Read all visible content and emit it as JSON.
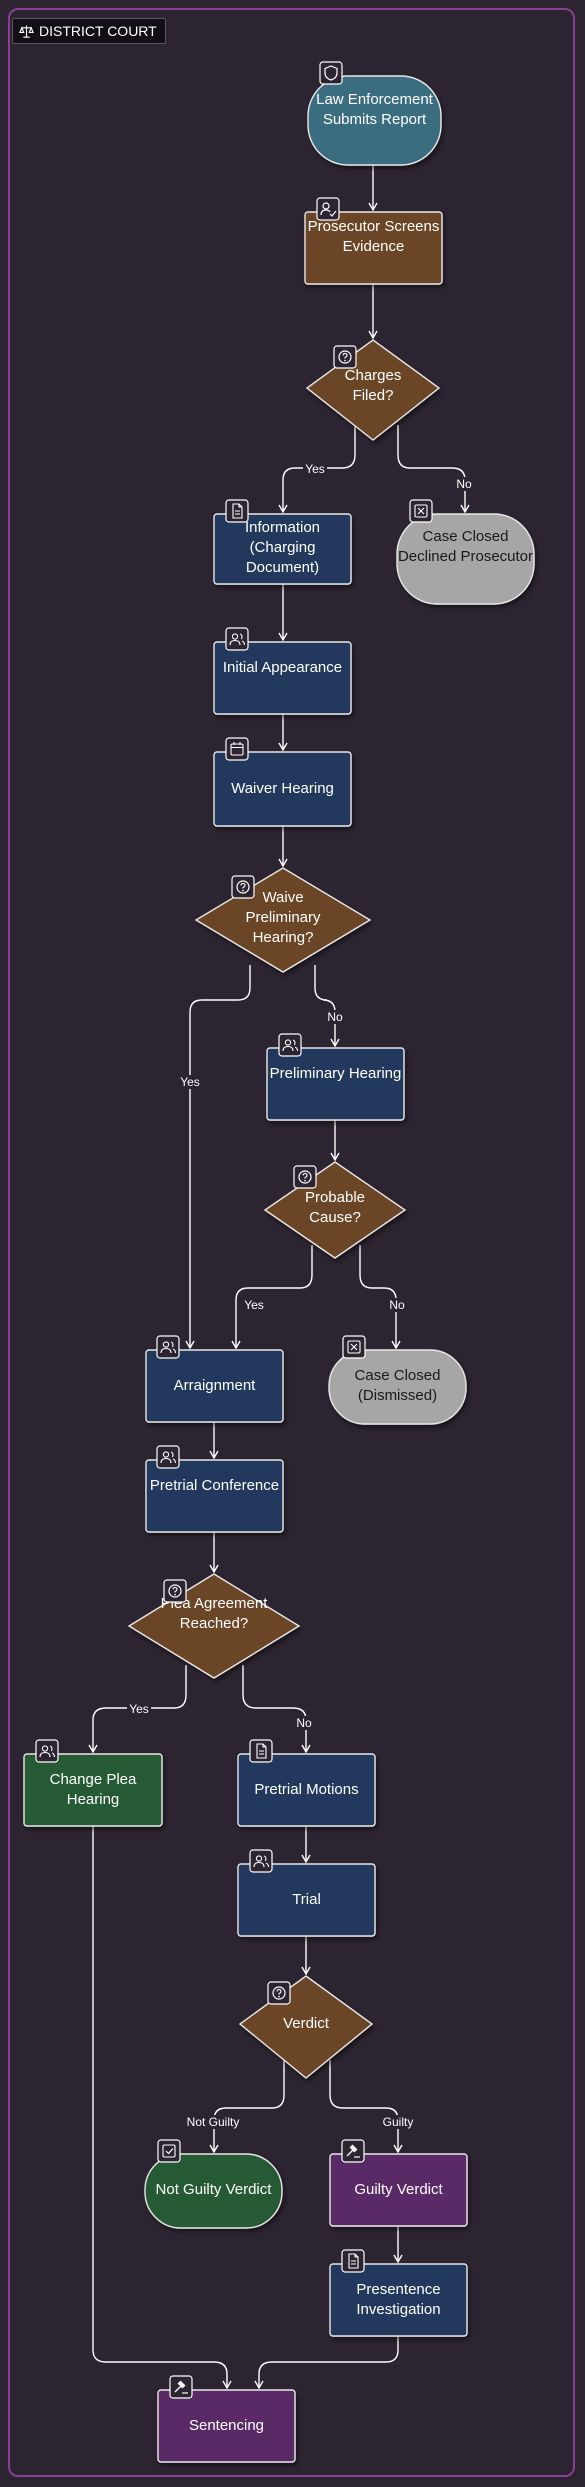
{
  "lane_label": "DISTRICT COURT",
  "colors": {
    "background": "#2c2430",
    "lane_border": "#8a3f93",
    "start_teal": "#3a6d80",
    "decision_brown": "#6b4428",
    "process_navy": "#22375c",
    "closed_gray": "#a6a6a6",
    "plea_green": "#265a34",
    "verdict_purple": "#5a2a66"
  },
  "nodes": {
    "law_enforcement": {
      "label": "Law Enforcement Submits Report",
      "icon": "shield-icon"
    },
    "prosecutor_screens": {
      "label": "Prosecutor Screens Evidence",
      "icon": "user-check-icon"
    },
    "charges_filed": {
      "label": "Charges Filed?",
      "icon": "question-icon"
    },
    "information": {
      "label": "Information (Charging Document)",
      "icon": "document-icon"
    },
    "case_closed_declined": {
      "label": "Case Closed Declined Prosecutor",
      "icon": "x-box-icon"
    },
    "initial_appearance": {
      "label": "Initial Appearance",
      "icon": "users-icon"
    },
    "waiver_hearing": {
      "label": "Waiver Hearing",
      "icon": "calendar-icon"
    },
    "waive_preliminary": {
      "label": "Waive Preliminary Hearing?",
      "icon": "question-icon"
    },
    "preliminary_hearing": {
      "label": "Preliminary Hearing",
      "icon": "users-icon"
    },
    "probable_cause": {
      "label": "Probable Cause?",
      "icon": "question-icon"
    },
    "arraignment": {
      "label": "Arraignment",
      "icon": "users-icon"
    },
    "case_closed_dismissed": {
      "label": "Case Closed (Dismissed)",
      "icon": "x-box-icon"
    },
    "pretrial_conference": {
      "label": "Pretrial Conference",
      "icon": "users-icon"
    },
    "plea_agreement": {
      "label": "Plea Agreement Reached?",
      "icon": "question-icon"
    },
    "change_plea": {
      "label": "Change Plea Hearing",
      "icon": "users-icon"
    },
    "pretrial_motions": {
      "label": "Pretrial Motions",
      "icon": "document-icon"
    },
    "trial": {
      "label": "Trial",
      "icon": "users-icon"
    },
    "verdict": {
      "label": "Verdict",
      "icon": "question-icon"
    },
    "not_guilty_verdict": {
      "label": "Not Guilty Verdict",
      "icon": "check-box-icon"
    },
    "guilty_verdict": {
      "label": "Guilty Verdict",
      "icon": "gavel-icon"
    },
    "presentence": {
      "label": "Presentence Investigation",
      "icon": "document-icon"
    },
    "sentencing": {
      "label": "Sentencing",
      "icon": "gavel-icon"
    }
  },
  "edge_labels": {
    "charges_yes": "Yes",
    "charges_no": "No",
    "waive_yes": "Yes",
    "waive_no": "No",
    "probable_yes": "Yes",
    "probable_no": "No",
    "plea_yes": "Yes",
    "plea_no": "No",
    "verdict_not_guilty": "Not Guilty",
    "verdict_guilty": "Guilty"
  }
}
